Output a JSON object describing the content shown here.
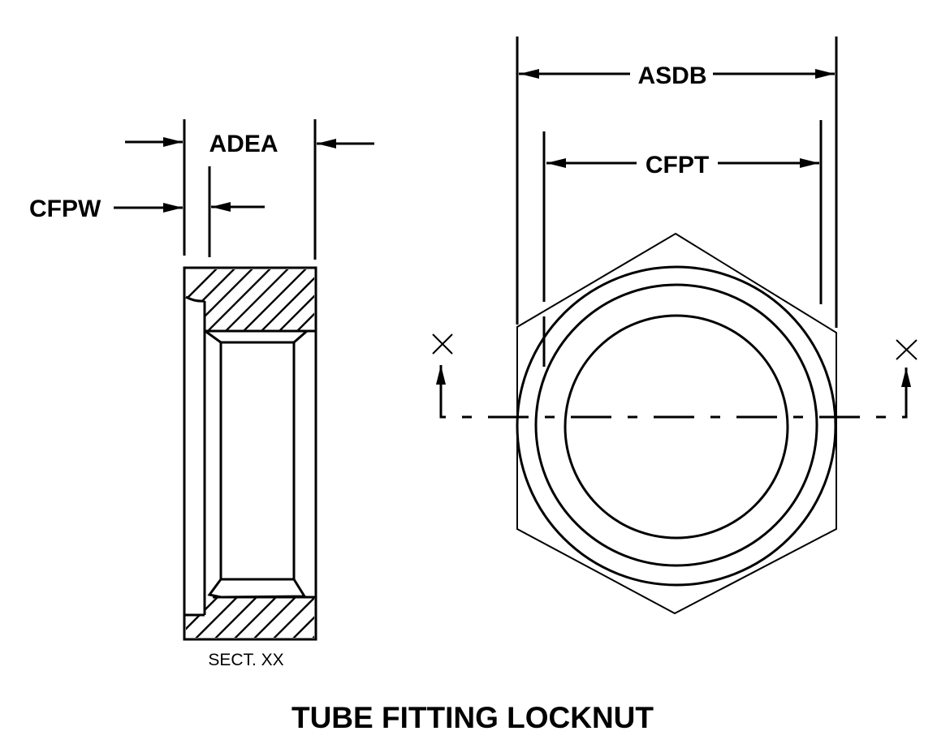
{
  "drawing": {
    "title": "TUBE FITTING LOCKNUT",
    "section_label": "SECT. XX",
    "section_marker": "X",
    "dimensions": {
      "overall_width": "ADEA",
      "flange_width": "CFPW",
      "across_flats": "ASDB",
      "thread_diameter": "CFPT"
    },
    "colors": {
      "line": "#000000",
      "background": "#ffffff"
    }
  }
}
